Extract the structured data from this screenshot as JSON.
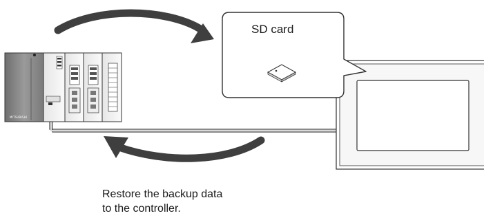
{
  "callout": {
    "title": "SD card"
  },
  "caption": {
    "line1": "Restore the backup data",
    "line2": "to the controller."
  },
  "plc": {
    "brand_text": "MITSUBISHI"
  },
  "colors": {
    "arrow": "#3f3f3f",
    "stroke": "#333333",
    "plc_dark": "#8a8a8a",
    "plc_light": "#f2f2f2"
  }
}
